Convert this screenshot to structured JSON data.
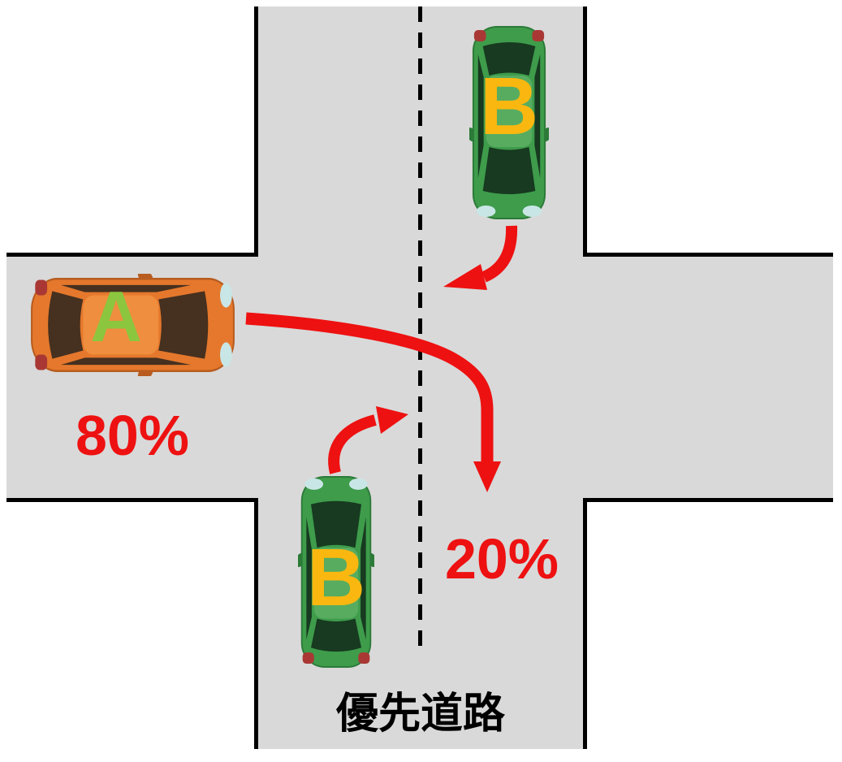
{
  "diagram": {
    "type": "traffic-accident-fault-ratio-intersection",
    "road_label": "優先道路",
    "fault_ratio_a": "80%",
    "fault_ratio_b": "20%",
    "car_a_label": "A",
    "car_b_top_label": "B",
    "car_b_bottom_label": "B",
    "colors": {
      "road_fill": "#D9D9D9",
      "road_border": "#000000",
      "center_dashed_line": "#000000",
      "arrow_red": "#EE1111",
      "label_red": "#EE1111",
      "car_a_body": "#E5782C",
      "car_a_letter_green": "#8CC63F",
      "car_b_body": "#3E9C4B",
      "car_b_letter_yellow": "#F9B710"
    }
  }
}
